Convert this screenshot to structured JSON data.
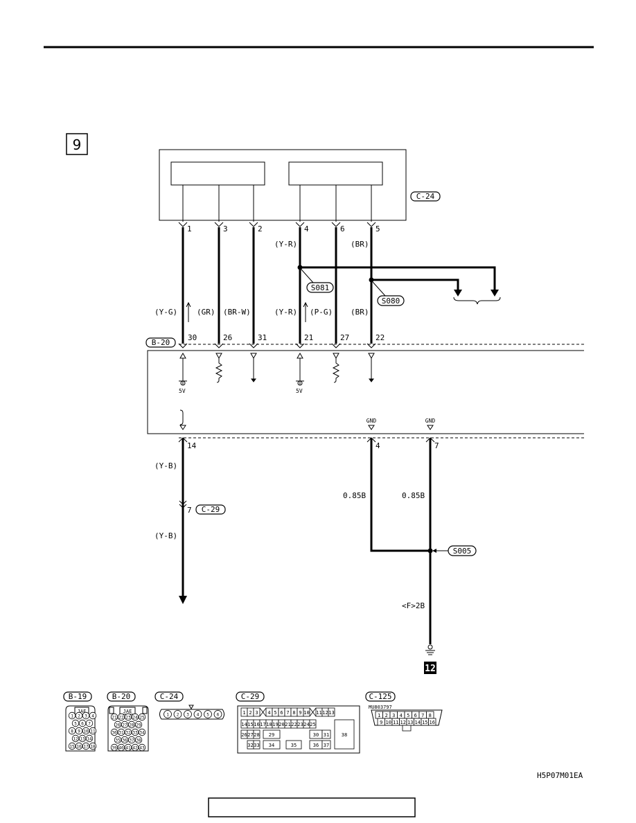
{
  "step_number": "9",
  "connector_c24": "C-24",
  "connector_b20": "B-20",
  "connector_c29": "C-29",
  "top_pins": {
    "p1": "1",
    "p3": "3",
    "p2": "2",
    "p4": "4",
    "p6": "6",
    "p5": "5"
  },
  "top_wire_colors": {
    "yr": "(Y-R)",
    "br": "(BR)"
  },
  "mid_wire_colors": {
    "yg": "(Y-G)",
    "gr": "(GR)",
    "brw": "(BR-W)",
    "yr": "(Y-R)",
    "pg": "(P-G)",
    "br": "(BR)"
  },
  "b20_pins": {
    "p30": "30",
    "p26": "26",
    "p31": "31",
    "p21": "21",
    "p27": "27",
    "p22": "22"
  },
  "splices": {
    "s081": "S081",
    "s080": "S080",
    "s005": "S005"
  },
  "voltage": {
    "a": "5V",
    "b": "5V"
  },
  "ground_labels": {
    "a": "GND",
    "b": "GND"
  },
  "lower_pins": {
    "p14": "14",
    "p4": "4",
    "p7": "7"
  },
  "lower_wires": {
    "yb1": "(Y-B)",
    "c29_pin": "7",
    "yb2": "(Y-B)",
    "w085a": "0.85B",
    "w085b": "0.85B",
    "ground_point": "<F>2B"
  },
  "ground_number": "12",
  "connector_views": {
    "b19": "B-19",
    "b20": "B-20",
    "c24": "C-24",
    "c29": "C-29",
    "c125": "C-125",
    "jae_a": "JAE",
    "jae_b": "JAE",
    "part_number": "MU803797"
  },
  "b19_pins": [
    "1",
    "2",
    "3",
    "4",
    "5",
    "6",
    "7",
    "8",
    "9",
    "10",
    "11",
    "12",
    "13",
    "14",
    "15",
    "16",
    "17",
    "18"
  ],
  "b20_view_pins": [
    "21",
    "22",
    "23",
    "24",
    "25",
    "26",
    "27",
    "28",
    "29",
    "30",
    "31",
    "32",
    "33",
    "34",
    "35",
    "36",
    "37",
    "38",
    "39",
    "40",
    "41",
    "42",
    "43"
  ],
  "c24_pins": [
    "1",
    "2",
    "3",
    "4",
    "5",
    "6"
  ],
  "c29_pins": [
    "1",
    "2",
    "3",
    "4",
    "5",
    "6",
    "7",
    "8",
    "9",
    "10",
    "11",
    "12",
    "13",
    "14",
    "15",
    "16",
    "17",
    "18",
    "19",
    "20",
    "21",
    "22",
    "23",
    "24",
    "25",
    "26",
    "27",
    "28",
    "29",
    "30",
    "31",
    "32",
    "33",
    "34",
    "35",
    "36",
    "37",
    "38"
  ],
  "c125_pins": [
    "1",
    "2",
    "3",
    "4",
    "5",
    "6",
    "7",
    "8",
    "9",
    "10",
    "11",
    "12",
    "13",
    "14",
    "15",
    "16"
  ],
  "figure_code": "H5P07M01EA"
}
